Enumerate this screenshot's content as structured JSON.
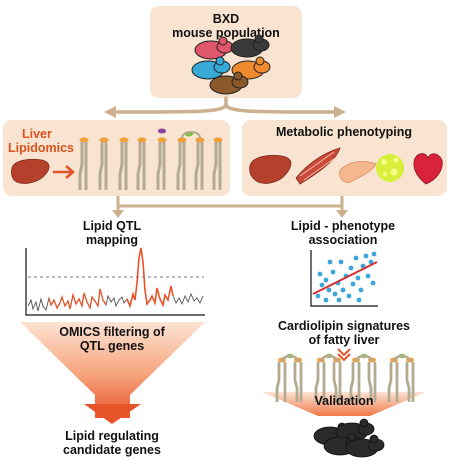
{
  "population": {
    "title_line1": "BXD",
    "title_line2": "mouse population"
  },
  "lipidomics": {
    "title_line1": "Liver",
    "title_line2": "Lipidomics"
  },
  "phenotyping": {
    "title": "Metabolic phenotyping"
  },
  "qtl": {
    "title_line1": "Lipid QTL",
    "title_line2": "mapping"
  },
  "association": {
    "title_line1": "Lipid - phenotype",
    "title_line2": "association"
  },
  "omics": {
    "line1": "OMICS filtering of",
    "line2": "QTL genes"
  },
  "cardiolipin": {
    "line1": "Cardiolipin signatures",
    "line2": "of fatty liver"
  },
  "validation": {
    "label": "Validation"
  },
  "candidates": {
    "line1": "Lipid regulating",
    "line2": "candidate genes"
  },
  "colors": {
    "box_fill": "#f8e4d1",
    "arrow_tan": "#cdb08f",
    "accent_orange": "#e8542a",
    "lipid_tail": "#b3aa92",
    "headgroup_orange": "#f2a03a",
    "headgroup_green": "#7fbf3f",
    "headgroup_purple": "#8e3fa0",
    "scatter_dot": "#3ea5dc",
    "regression_line": "#d32f2f"
  },
  "icons": [
    "mouse-icon",
    "liver-icon",
    "muscle-icon",
    "pancreas-icon",
    "fat-droplet-icon",
    "heart-icon",
    "lipid-molecule-icon",
    "cardiolipin-icon"
  ]
}
